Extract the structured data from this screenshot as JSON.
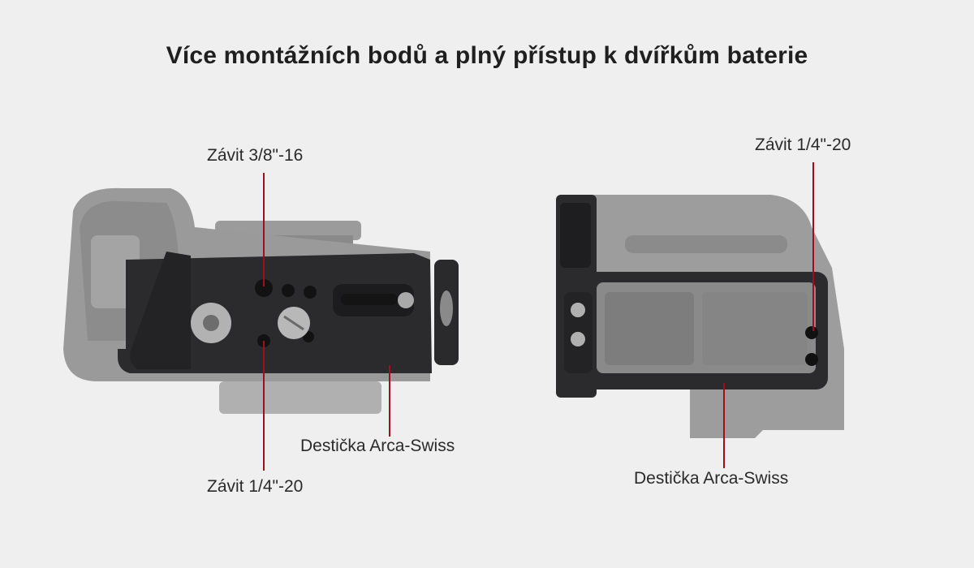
{
  "title": "Více montážních bodů a plný přístup k dvířkům baterie",
  "left_view": {
    "callouts": {
      "top": "Závit 3/8\"-16",
      "bottom": "Závit 1/4\"-20",
      "plate": "Destička Arca-Swiss"
    }
  },
  "right_view": {
    "callouts": {
      "top": "Závit 1/4\"-20",
      "plate": "Destička Arca-Swiss"
    }
  },
  "colors": {
    "background": "#efefef",
    "leader_line": "#a30e1e",
    "plate_metal": "#2b2b2d",
    "camera_body": "#8f8f8f"
  }
}
